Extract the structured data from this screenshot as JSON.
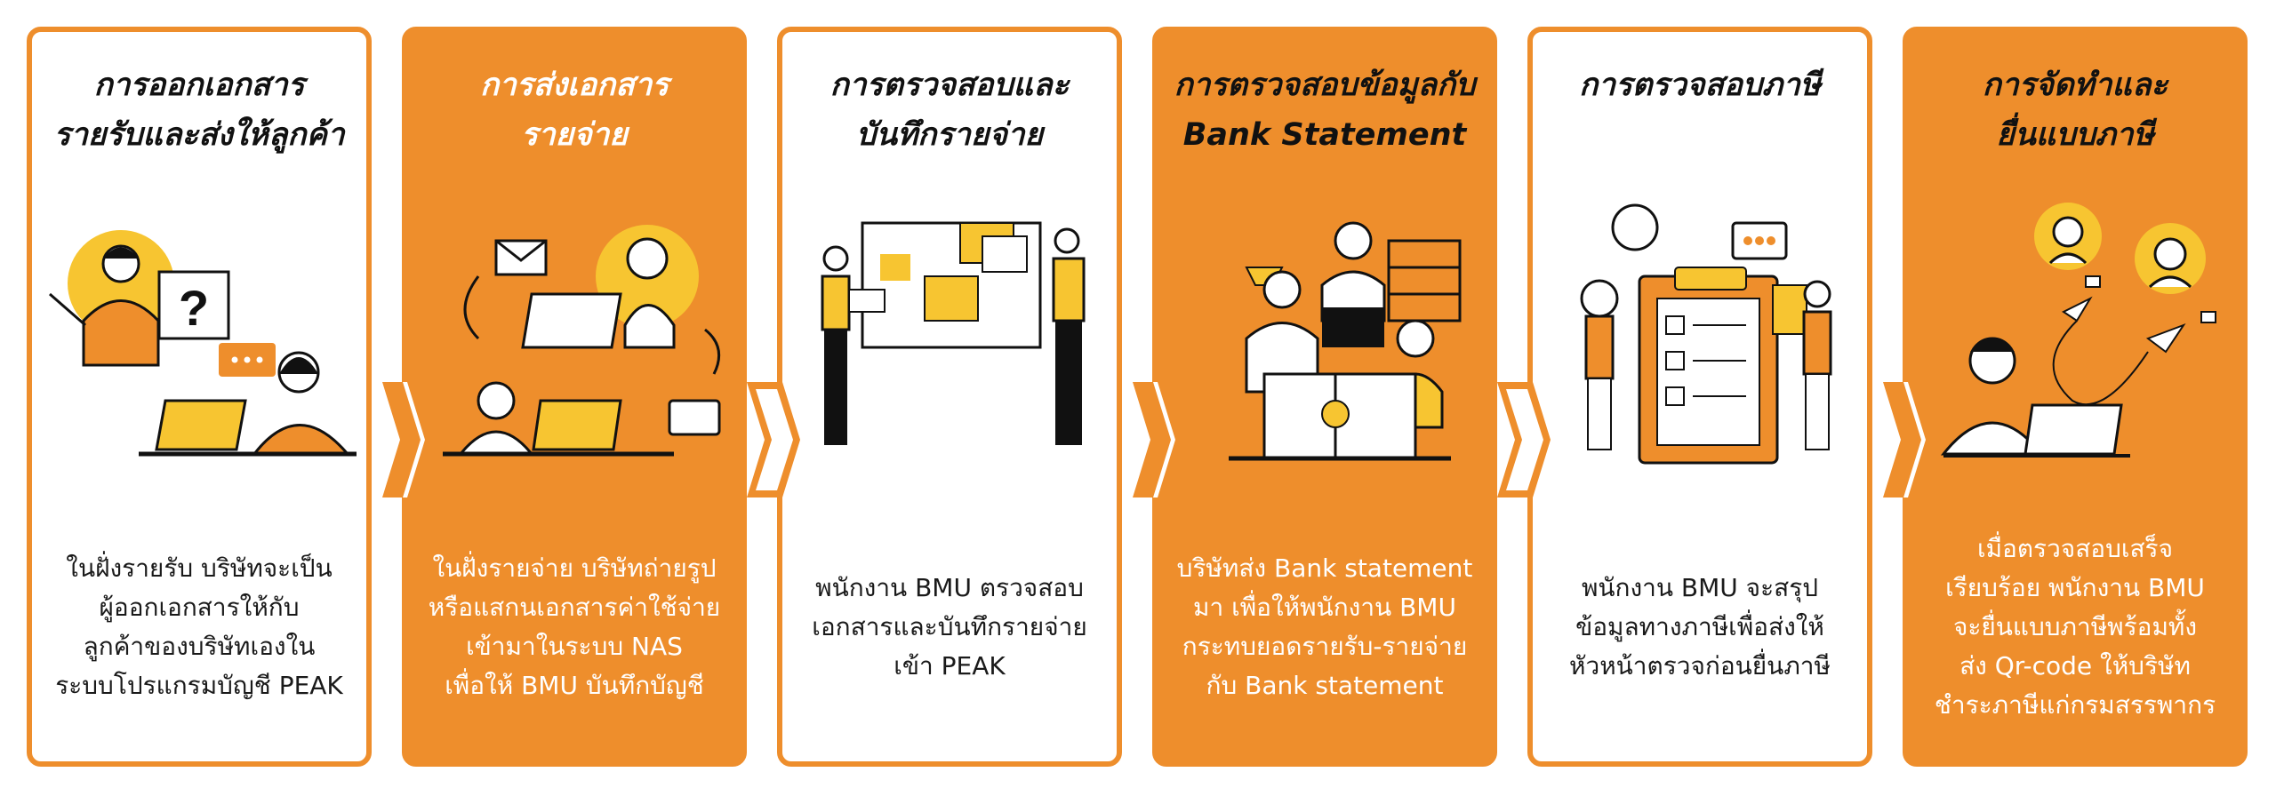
{
  "steps": [
    {
      "title": [
        "การออกเอกสาร",
        "รายรับและส่งให้ลูกค้า"
      ],
      "desc": [
        "ในฝั่งรายรับ บริษัทจะเป็น",
        "ผู้ออกเอกสารให้กับ",
        "ลูกค้าของบริษัทเองใน",
        "ระบบโปรแกรมบัญชี PEAK"
      ],
      "icon_text": "?"
    },
    {
      "title": [
        "การส่งเอกสาร",
        "รายจ่าย"
      ],
      "desc": [
        "ในฝั่งรายจ่าย บริษัทถ่ายรูป",
        "หรือแสกนเอกสารค่าใช้จ่าย",
        "เข้ามาในระบบ NAS",
        "เพื่อให้ BMU บันทึกบัญชี"
      ]
    },
    {
      "title": [
        "การตรวจสอบและ",
        "บันทึกรายจ่าย"
      ],
      "desc": [
        "พนักงาน BMU ตรวจสอบ",
        "เอกสารและบันทึกรายจ่าย",
        "เข้า PEAK"
      ]
    },
    {
      "title": [
        "การตรวจสอบข้อมูลกับ",
        "Bank Statement"
      ],
      "desc": [
        "บริษัทส่ง Bank statement",
        "มา เพื่อให้พนักงาน BMU",
        "กระทบยอดรายรับ-รายจ่าย",
        "กับ Bank statement"
      ]
    },
    {
      "title": [
        "การตรวจสอบภาษี"
      ],
      "desc": [
        "พนักงาน BMU จะสรุป",
        "ข้อมูลทางภาษีเพื่อส่งให้",
        "หัวหน้าตรวจก่อนยื่นภาษี"
      ]
    },
    {
      "title": [
        "การจัดทำและ",
        "ยื่นแบบภาษี"
      ],
      "desc": [
        "เมื่อตรวจสอบเสร็จ",
        "เรียบร้อย พนักงาน BMU",
        "จะยื่นแบบภาษีพร้อมทั้ง",
        "ส่ง Qr-code ให้บริษัท",
        "ชำระภาษีแก่กรมสรรพากร"
      ]
    }
  ],
  "colors": {
    "accent": "#ee8e2c",
    "yellow": "#f7c531",
    "ink": "#111111"
  }
}
